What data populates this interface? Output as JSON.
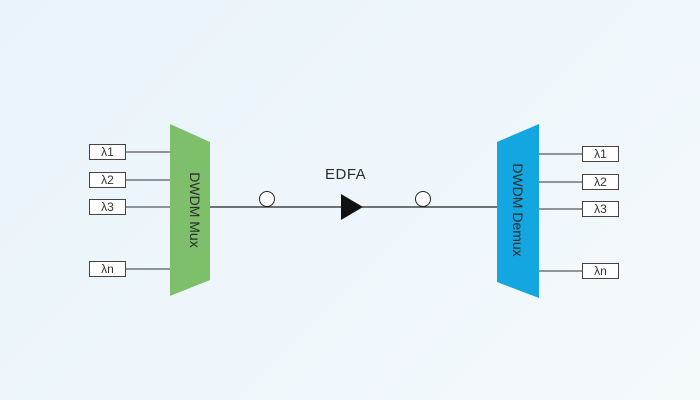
{
  "diagram": {
    "mux": {
      "label": "DWDM Mux",
      "color": "#7dbf6a",
      "channels": [
        "λ1",
        "λ2",
        "λ3",
        "λn"
      ]
    },
    "demux": {
      "label": "DWDM Demux",
      "color": "#14a6e0",
      "channels": [
        "λ1",
        "λ2",
        "λ3",
        "λn"
      ]
    },
    "amplifier": {
      "label": "EDFA",
      "symbol": "triangle-amplifier-icon"
    },
    "fiber": {
      "coil_symbol": "fiber-spool-icon",
      "line_color": "#222222"
    }
  }
}
